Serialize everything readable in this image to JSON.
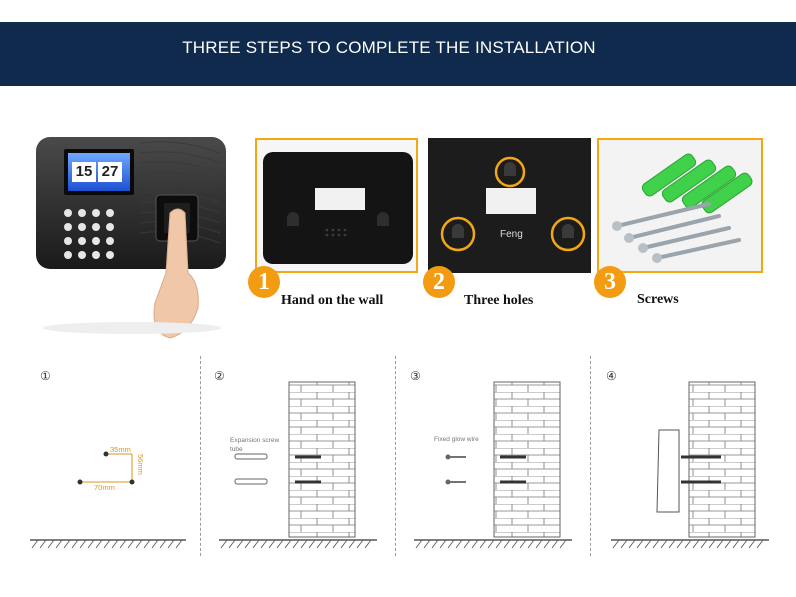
{
  "banner": {
    "title": "THREE STEPS TO COMPLETE THE INSTALLATION",
    "color": "#0f2a4c"
  },
  "device": {
    "screen_numbers": [
      "15",
      "27"
    ],
    "accent": "#f39c12"
  },
  "steps": [
    {
      "number": "1",
      "label": "Hand on the wall"
    },
    {
      "number": "2",
      "label": "Three holes",
      "watermark": "Feng"
    },
    {
      "number": "3",
      "label": "Screws"
    }
  ],
  "diagrams": [
    {
      "number": "①",
      "dims": {
        "top": "35mm",
        "side": "56mm",
        "bottom": "70mm"
      }
    },
    {
      "number": "②",
      "note": "Expansion screw tube"
    },
    {
      "number": "③",
      "note": "Fixed glow wire"
    },
    {
      "number": "④"
    }
  ]
}
